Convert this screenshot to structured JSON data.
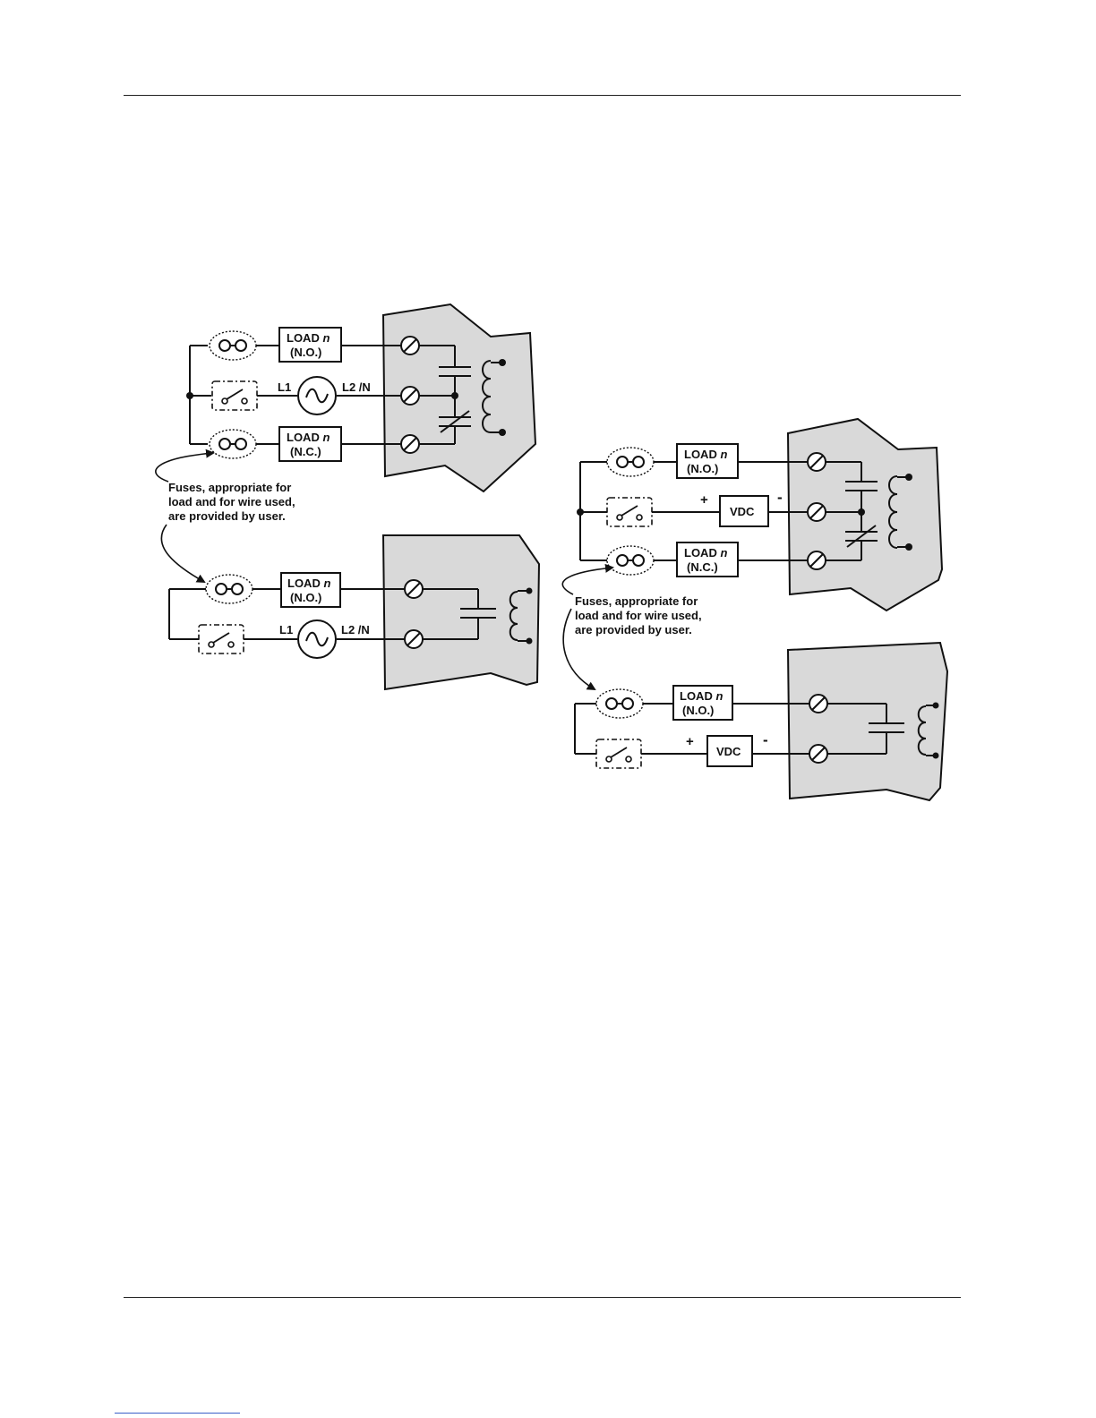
{
  "diagram": {
    "load_no_label": "LOAD",
    "load_n_suffix": "n",
    "no_text": "(N.O.)",
    "nc_text": "(N.C.)",
    "l1": "L1",
    "l2": "L2 /N",
    "vdc": "VDC",
    "plus": "+",
    "minus": "-",
    "fuse_note_left": [
      "Fuses, appropriate for",
      "load and for wire used,",
      "are provided by user."
    ],
    "fuse_note_right": [
      "Fuses, appropriate for",
      "load and for wire used,",
      "are provided by user."
    ]
  }
}
